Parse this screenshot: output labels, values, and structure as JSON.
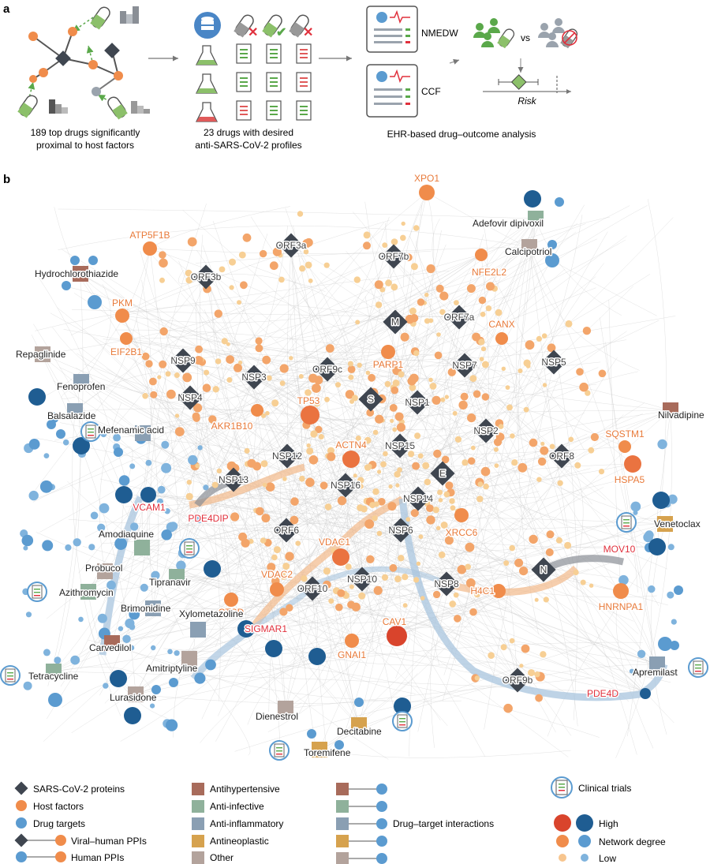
{
  "panel_a": {
    "letter": "a",
    "step1_caption": [
      "189 top drugs significantly",
      "proximal to host factors"
    ],
    "step2_caption": [
      "23 drugs with desired",
      "anti-SARS-CoV-2 profiles"
    ],
    "step3_caption": "EHR-based drug–outcome analysis",
    "cohort_nmedw": "NMEDW",
    "cohort_ccf": "CCF",
    "vs_label": "vs",
    "risk_label": "Risk"
  },
  "panel_b": {
    "letter": "b",
    "viral_proteins": [
      "ORF3a",
      "ORF7b",
      "ORF3b",
      "NSP9",
      "M",
      "ORF7a",
      "NSP3",
      "ORF9c",
      "NSP7",
      "NSP5",
      "NSP4",
      "S",
      "NSP1",
      "NSP2",
      "ORF8",
      "NSP12",
      "NSP15",
      "NSP13",
      "E",
      "NSP16",
      "NSP14",
      "ORF6",
      "NSP6",
      "N",
      "NSP10",
      "ORF10",
      "NSP8",
      "ORF9b"
    ],
    "host_factors": [
      "XPO1",
      "ATP5F1B",
      "NFE2L2",
      "PKM",
      "CANX",
      "EIF2B1",
      "PARP1",
      "TP53",
      "AKR1B10",
      "ACTN4",
      "SQSTM1",
      "HSPA5",
      "XRCC6",
      "VDAC1",
      "H4C1",
      "CTSD",
      "VDAC2",
      "HNRNPA1",
      "GNAI1",
      "CAV1"
    ],
    "highlighted_targets": [
      "VCAM1",
      "PDE4DIP",
      "MOV10",
      "SIGMAR1",
      "PDE4D"
    ],
    "drugs": [
      "Adefovir dipivoxil",
      "Calcipotriol",
      "Hydrochlorothiazide",
      "Repaglinide",
      "Fenoprofen",
      "Balsalazide",
      "Mefenamic acid",
      "Nilvadipine",
      "Venetoclax",
      "Amodiaquine",
      "Probucol",
      "Tipranavir",
      "Azithromycin",
      "Brimonidine",
      "Xylometazoline",
      "Carvedilol",
      "Amitriptyline",
      "Tetracycline",
      "Lurasidone",
      "Apremilast",
      "Dienestrol",
      "Decitabine",
      "Toremifene"
    ]
  },
  "legend": {
    "sars_proteins": "SARS-CoV-2 proteins",
    "host_factors": "Host factors",
    "drug_targets": "Drug targets",
    "viral_human_ppis": "Viral–human PPIs",
    "human_ppis": "Human PPIs",
    "antihypertensive": "Antihypertensive",
    "anti_infective": "Anti-infective",
    "anti_inflammatory": "Anti-inflammatory",
    "antineoplastic": "Antineoplastic",
    "other": "Other",
    "drug_target_interactions": "Drug–target interactions",
    "clinical_trials": "Clinical trials",
    "high": "High",
    "network_degree": "Network degree",
    "low": "Low"
  },
  "colors": {
    "viral": "#3f4650",
    "host": "#f08c4b",
    "host_light": "#f7c58e",
    "target": "#5b9bd0",
    "target_dark": "#1f5d92",
    "high_red": "#d9442c",
    "highlight_red": "#e0303c",
    "antihypertensive": "#a86b5b",
    "anti_infective": "#8fb19b",
    "anti_inflammatory": "#8a9fb3",
    "antineoplastic": "#d6a24e",
    "other": "#b3a39c"
  }
}
